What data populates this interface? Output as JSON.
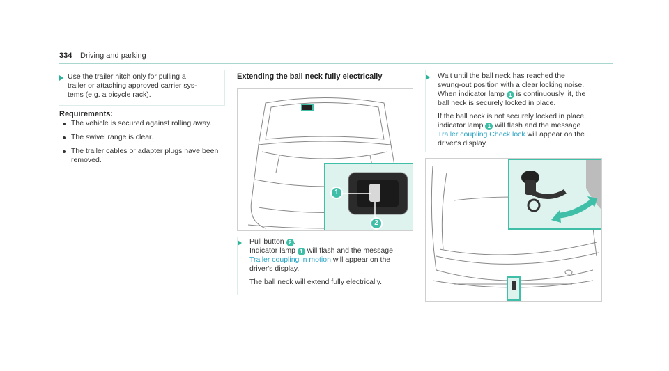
{
  "header": {
    "page_number": "334",
    "section": "Driving and parking"
  },
  "col1": {
    "note": "Use the trailer hitch only for pulling a trailer or attaching approved carrier sys-tems (e.g. a bicycle rack).",
    "note_lines": [
      "Use the trailer hitch only for pulling a",
      "trailer or attaching approved carrier sys-",
      "tems (e.g. a bicycle rack)."
    ],
    "requirements_title": "Requirements:",
    "requirements": [
      "The vehicle is secured against rolling away.",
      "The swivel range is clear.",
      "The trailer cables or adapter plugs have been removed."
    ]
  },
  "col2": {
    "title": "Extending the ball neck fully electrically",
    "callout_1": "1",
    "callout_2": "2",
    "step_pull": "Pull button",
    "step_pull_end": ".",
    "indicator_text": "Indicator lamp",
    "flash_text": "will flash and the message",
    "message": "Trailer coupling in motion",
    "appear_text": "will appear on the driver's display.",
    "final_text": "The ball neck will extend fully electrically."
  },
  "col3": {
    "wait_line1": "Wait until the ball neck has reached the",
    "wait_line2": "swung-out position with a clear locking noise.",
    "wait_line3a": "When indicator lamp",
    "wait_line3b": "is continuously lit, the",
    "wait_line4": "ball neck is securely locked in place.",
    "not_line1": "If the ball neck is not securely locked in place,",
    "not_line2a": "indicator lamp",
    "not_line2b": "will flash and the message",
    "message": "Trailer coupling Check lock",
    "not_line3b": "will appear on the",
    "not_line4": "driver's display.",
    "callout_1": "1"
  },
  "colors": {
    "accent": "#3fbfa8",
    "link": "#2aa5c5",
    "panel": "#dff3ee"
  }
}
